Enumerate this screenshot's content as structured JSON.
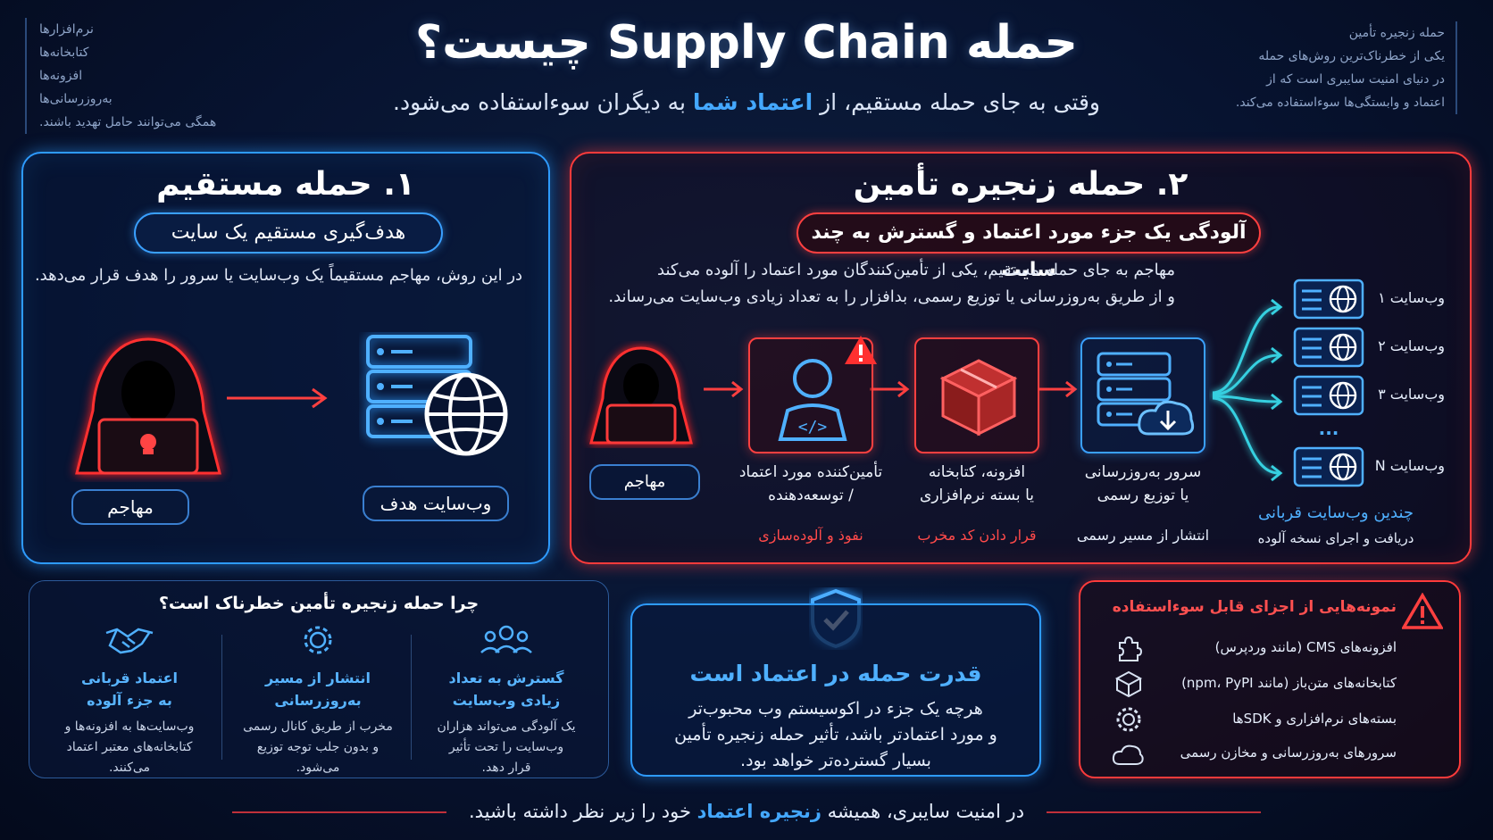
{
  "header": {
    "title": "حمله Supply Chain چیست؟",
    "subtitle_pre": "وقتی به جای حمله مستقیم، از ",
    "subtitle_hl": "اعتماد شما",
    "subtitle_post": " به دیگران سوءاستفاده می‌شود.",
    "note_right": [
      "حمله زنجیره تأمین",
      "یکی از خطرناک‌ترین روش‌های حمله",
      "در دنیای امنیت سایبری است که از",
      "اعتماد و وابستگی‌ها سوءاستفاده می‌کند."
    ],
    "note_left": [
      "نرم‌افزارها",
      "کتابخانه‌ها",
      "افزونه‌ها",
      "به‌روزرسانی‌ها",
      "همگی می‌توانند حامل تهدید باشند."
    ]
  },
  "direct": {
    "title": "۱. حمله مستقیم",
    "pill": "هدف‌گیری مستقیم یک سایت",
    "desc": "در این روش، مهاجم مستقیماً یک وب‌سایت یا سرور را هدف قرار می‌دهد.",
    "attacker_label": "مهاجم",
    "target_label": "وب‌سایت هدف"
  },
  "supply": {
    "title": "۲. حمله زنجیره تأمین",
    "pill": "آلودگی یک جزء مورد اعتماد و گسترش به چند سایت",
    "desc_1": "مهاجم به جای حمله مستقیم، یکی از تأمین‌کنندگان مورد اعتماد را آلوده می‌کند",
    "desc_2": "و از طریق به‌روزرسانی یا توزیع رسمی، بدافزار را به تعداد زیادی وب‌سایت می‌رساند.",
    "attacker_label": "مهاجم",
    "steps": [
      {
        "label_1": "تأمین‌کننده مورد اعتماد",
        "label_2": "/ توسعه‌دهنده",
        "sub": "نفوذ و آلوده‌سازی"
      },
      {
        "label_1": "افزونه، کتابخانه",
        "label_2": "یا بسته نرم‌افزاری",
        "sub": "قرار دادن کد مخرب"
      },
      {
        "label_1": "سرور به‌روزرسانی",
        "label_2": "یا توزیع رسمی",
        "sub": "انتشار از مسیر رسمی"
      }
    ],
    "sites": [
      "وب‌سایت ۱",
      "وب‌سایت ۲",
      "وب‌سایت ۳",
      "وب‌سایت N"
    ],
    "ellipsis": "...",
    "victims_title": "چندین وب‌سایت قربانی",
    "victims_sub": "دریافت و اجرای نسخه آلوده"
  },
  "why": {
    "title": "چرا حمله زنجیره تأمین خطرناک است؟",
    "cols": [
      {
        "t1": "گسترش به تعداد",
        "t2": "زیادی وب‌سایت",
        "d": [
          "یک آلودگی می‌تواند هزاران",
          "وب‌سایت را تحت تأثیر",
          "قرار دهد."
        ]
      },
      {
        "t1": "انتشار از مسیر",
        "t2": "به‌روزرسانی",
        "d": [
          "مخرب از طریق کانال رسمی",
          "و بدون جلب توجه توزیع",
          "می‌شود."
        ]
      },
      {
        "t1": "اعتماد قربانی",
        "t2": "به جزء آلوده",
        "d": [
          "وب‌سایت‌ها به افزونه‌ها و",
          "کتابخانه‌های معتبر اعتماد",
          "می‌کنند."
        ]
      }
    ]
  },
  "power": {
    "title": "قدرت حمله در اعتماد است",
    "desc": [
      "هرچه یک جزء در اکوسیستم وب محبوب‌تر",
      "و مورد اعتمادتر باشد، تأثیر حمله زنجیره تأمین",
      "بسیار گسترده‌تر خواهد بود."
    ]
  },
  "examples": {
    "title": "نمونه‌هایی از اجزای قابل سوءاستفاده",
    "items": [
      "افزونه‌های CMS (مانند وردپرس)",
      "کتابخانه‌های متن‌باز (مانند npm، PyPI)",
      "بسته‌های نرم‌افزاری و SDKها",
      "سرورهای به‌روزرسانی و مخازن رسمی"
    ]
  },
  "footer": {
    "pre": "در امنیت سایبری، همیشه ",
    "hl": "زنجیره اعتماد",
    "post": " خود را زیر نظر داشته باشید."
  },
  "colors": {
    "blue": "#2e9bff",
    "red": "#ff3b3b",
    "bg": "#071330"
  }
}
